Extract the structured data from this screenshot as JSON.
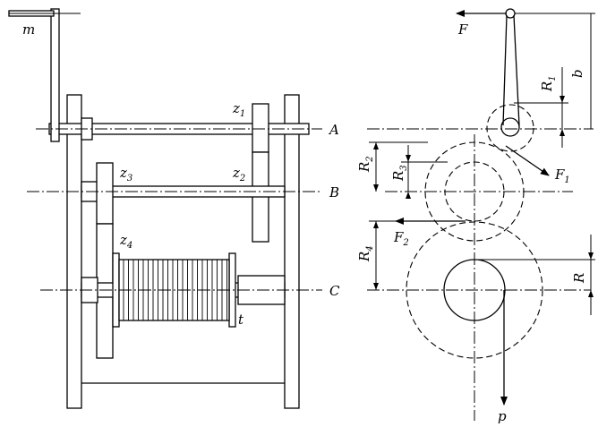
{
  "labels": {
    "m": "m",
    "t": "t",
    "A": "A",
    "B": "B",
    "C": "C",
    "z": "z",
    "z1": "1",
    "z2": "2",
    "z3": "3",
    "z4": "4",
    "F": "F",
    "F1": "F",
    "F1_sub": "1",
    "F2": "F",
    "F2_sub": "2",
    "b": "b",
    "R": "R",
    "R1": "R",
    "R1_sub": "1",
    "R2": "R",
    "R2_sub": "2",
    "R3": "R",
    "R3_sub": "3",
    "R4": "R",
    "R4_sub": "4",
    "p": "p"
  }
}
